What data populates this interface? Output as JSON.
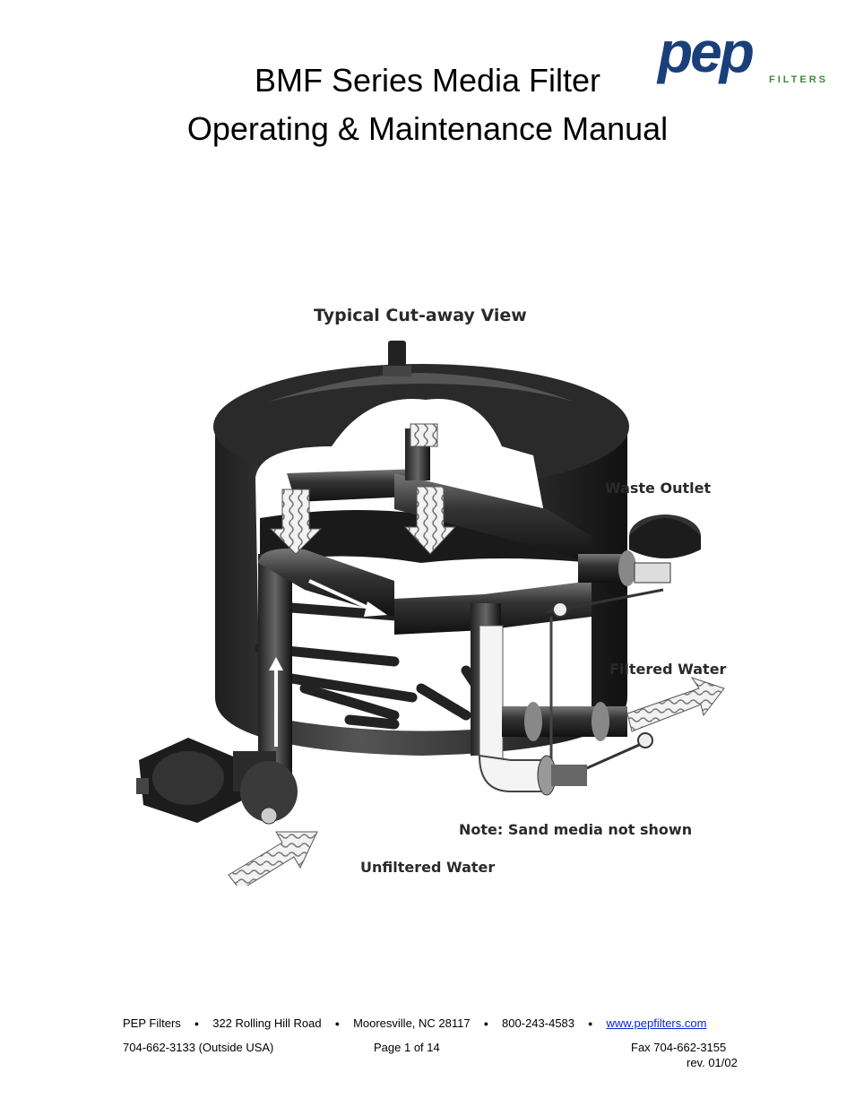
{
  "logo": {
    "wordmark": "pep",
    "subtext": "FILTERS",
    "brand_blue": "#1a3f7a",
    "brand_green": "#3f8a3a"
  },
  "header": {
    "title_line1": "BMF Series Media Filter",
    "title_line2": "Operating & Maintenance Manual"
  },
  "diagram": {
    "caption": "Typical Cut-away View",
    "labels": {
      "waste_outlet": "Waste Outlet",
      "filtered_water": "Filtered Water",
      "note": "Note: Sand media not shown",
      "unfiltered_water": "Unfiltered Water"
    }
  },
  "footer": {
    "company": "PEP Filters",
    "address": "322 Rolling Hill Road",
    "city": "Mooresville, NC 28117",
    "phone": "800-243-4583",
    "website": "www.pepfilters.com",
    "phone_outside": "704-662-3133 (Outside USA)",
    "page": "Page 1 of 14",
    "fax": "Fax 704-662-3155",
    "revision": "rev. 01/02"
  }
}
